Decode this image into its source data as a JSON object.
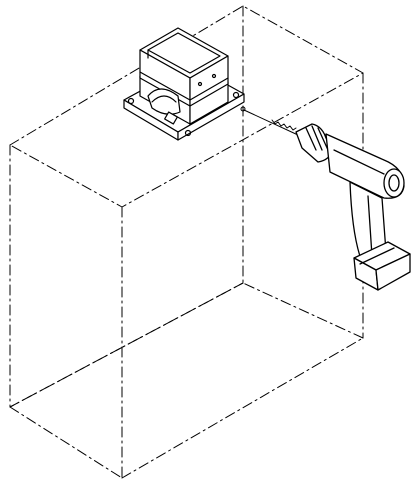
{
  "figure": {
    "kind": "isometric-installation-diagram",
    "line_color": "#000000",
    "background_color": "#ffffff",
    "components": [
      {
        "name": "enclosure-outline",
        "style": "dash-dot"
      },
      {
        "name": "connector-housing",
        "style": "solid"
      },
      {
        "name": "cordless-drill",
        "style": "solid"
      }
    ]
  }
}
